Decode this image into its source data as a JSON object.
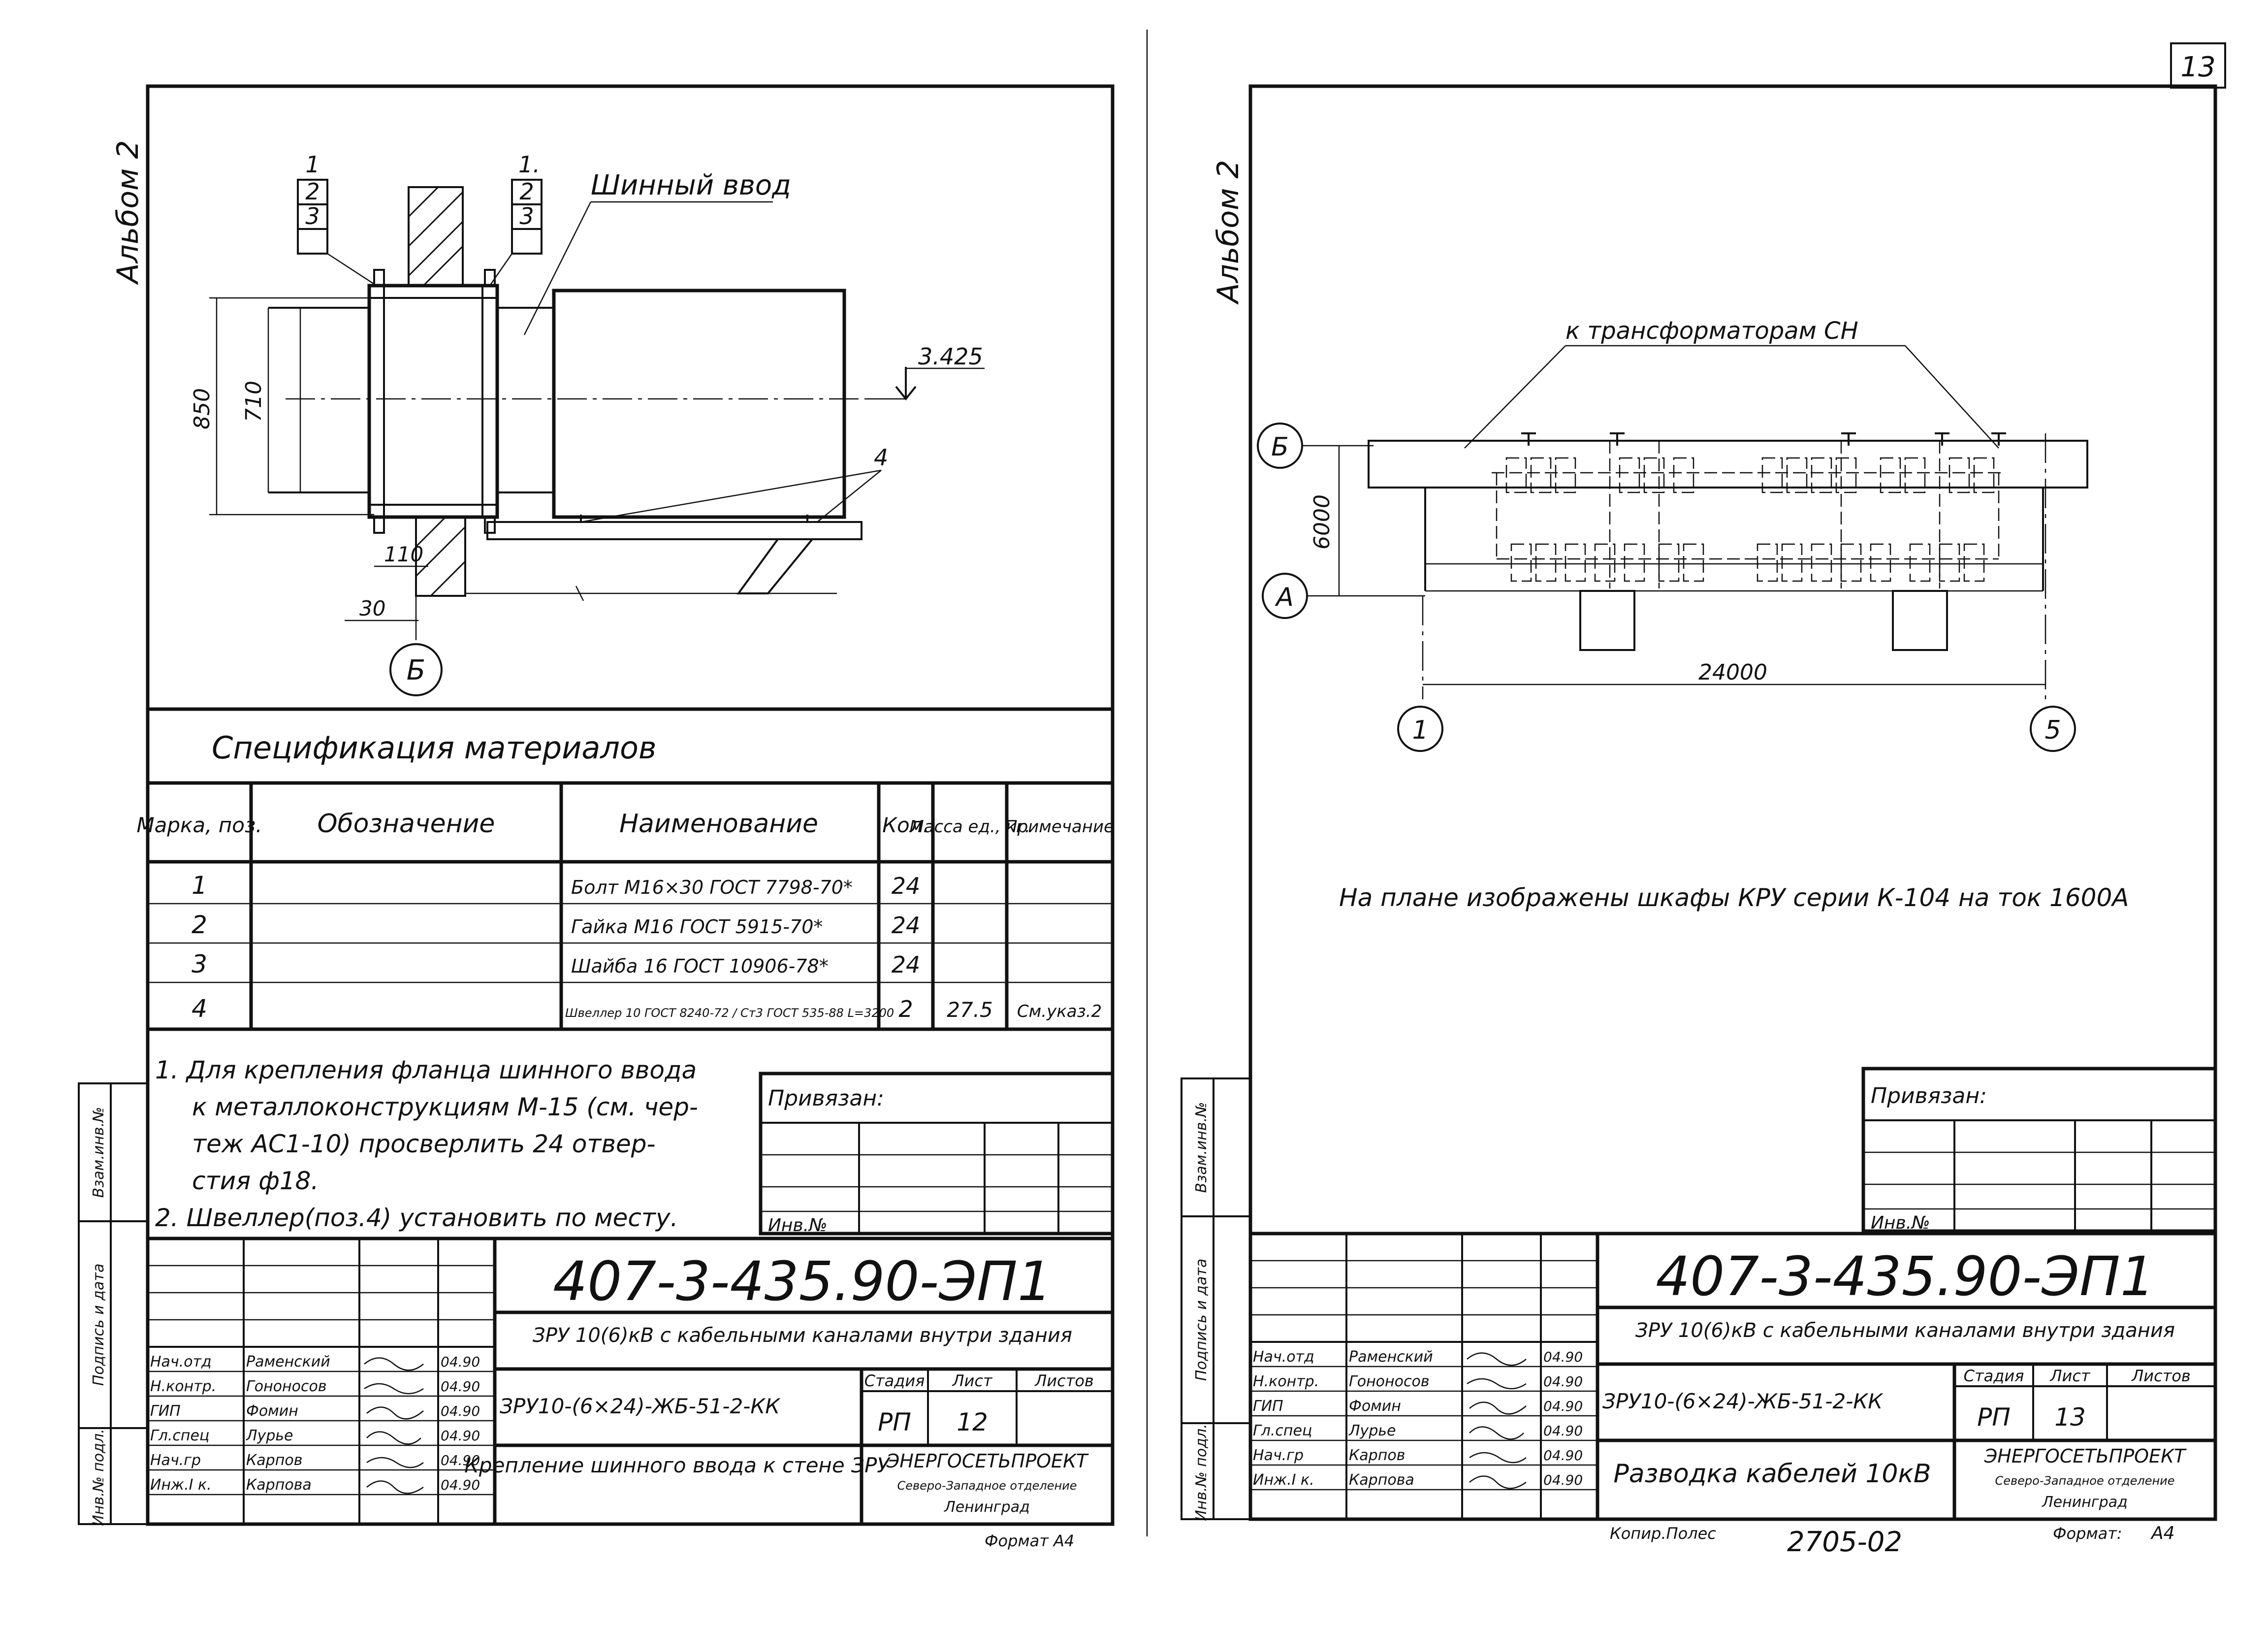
{
  "page": {
    "sheet_corner_number": "13",
    "bottom_copy_label": "Копир.Полес",
    "bottom_center_number": "2705-02",
    "bottom_format_label": "Формат:",
    "bottom_format_value": "А4",
    "bottom_left_format": "Формат А4"
  },
  "left_sheet": {
    "album_label": "Альбом 2",
    "drawing": {
      "callout_left": [
        "1",
        "2",
        "3"
      ],
      "callout_right": [
        "1.",
        "2",
        "3"
      ],
      "label_bus_entry": "Шинный ввод",
      "dim_850": "850",
      "dim_710": "710",
      "level_mark": "3.425",
      "dim_110": "110",
      "dim_30": "30",
      "callout_4": "4",
      "axis_b": "Б"
    },
    "spec": {
      "title": "Спецификация материалов",
      "headers": [
        "Марка, поз.",
        "Обозначение",
        "Наименование",
        "Кол.",
        "Масса ед., кг.",
        "Примечание"
      ],
      "rows": [
        {
          "mark": "1",
          "designation": "",
          "name": "Болт М16×30 ГОСТ 7798-70*",
          "qty": "24",
          "mass": "",
          "note": ""
        },
        {
          "mark": "2",
          "designation": "",
          "name": "Гайка М16 ГОСТ 5915-70*",
          "qty": "24",
          "mass": "",
          "note": ""
        },
        {
          "mark": "3",
          "designation": "",
          "name": "Шайба 16 ГОСТ 10906-78*",
          "qty": "24",
          "mass": "",
          "note": ""
        },
        {
          "mark": "4",
          "designation": "",
          "name": "Швеллер 10 ГОСТ 8240-72 / Ст3 ГОСТ 535-88 L=3200",
          "qty": "2",
          "mass": "27.5",
          "note": "См.указ.2"
        }
      ]
    },
    "notes": [
      "1. Для крепления фланца шинного ввода",
      "к металлоконструкциям М-15 (см. чер-",
      "теж АС1-10) просверлить 24 отвер-",
      "стия ф18.",
      "2. Швеллер(поз.4) установить по месту."
    ],
    "bound_label": "Привязан:",
    "inv_label": "Инв.№",
    "side_stamp": [
      "Инв.№ подл.",
      "Подпись и дата",
      "Взам.инв.№"
    ],
    "title_block": {
      "code": "407-3-435.90-ЭП1",
      "project": "ЗРУ 10(6)кВ с кабельными каналами внутри здания",
      "roles": [
        "Нач.отд",
        "Н.контр.",
        "ГИП",
        "Гл.спец",
        "Нач.гр",
        "Инж.I к."
      ],
      "names": [
        "Раменский",
        "Гононосов",
        "Фомин",
        "Лурье",
        "Карпов",
        "Карпова"
      ],
      "dates": [
        "04.90",
        "04.90",
        "04.90",
        "04.90",
        "04.90",
        "04.90"
      ],
      "stage_label": "Стадия",
      "sheet_label": "Лист",
      "sheets_label": "Листов",
      "stage": "РП",
      "sheet": "12",
      "doc_mark": "ЗРУ10-(6×24)-ЖБ-51-2-КК",
      "sheet_title": "Крепление шинного ввода к стене ЗРУ",
      "org": "ЭНЕРГОСЕТЬПРОЕКТ",
      "org_sub": "Северо-Западное отделение",
      "city": "Ленинград"
    }
  },
  "right_sheet": {
    "album_label": "Альбом 2",
    "plan": {
      "label_transformers": "к трансформаторам СН",
      "axis_b": "Б",
      "axis_a": "А",
      "axis_1": "1",
      "axis_5": "5",
      "dim_6000": "6000",
      "dim_24000": "24000"
    },
    "note": "На плане изображены шкафы КРУ серии К-104 на ток 1600А",
    "bound_label": "Привязан:",
    "inv_label": "Инв.№",
    "side_stamp": [
      "Инв.№ подл.",
      "Подпись и дата",
      "Взам.инв.№"
    ],
    "title_block": {
      "code": "407-3-435.90-ЭП1",
      "project": "ЗРУ 10(6)кВ с кабельными каналами внутри здания",
      "roles": [
        "Нач.отд",
        "Н.контр.",
        "ГИП",
        "Гл.спец",
        "Нач.гр",
        "Инж.I к."
      ],
      "names": [
        "Раменский",
        "Гононосов",
        "Фомин",
        "Лурье",
        "Карпов",
        "Карпова"
      ],
      "dates": [
        "04.90",
        "04.90",
        "04.90",
        "04.90",
        "04.90",
        "04.90"
      ],
      "stage_label": "Стадия",
      "sheet_label": "Лист",
      "sheets_label": "Листов",
      "stage": "РП",
      "sheet": "13",
      "doc_mark": "ЗРУ10-(6×24)-ЖБ-51-2-КК",
      "sheet_title": "Разводка кабелей 10кВ",
      "org": "ЭНЕРГОСЕТЬПРОЕКТ",
      "org_sub": "Северо-Западное отделение",
      "city": "Ленинград"
    }
  }
}
